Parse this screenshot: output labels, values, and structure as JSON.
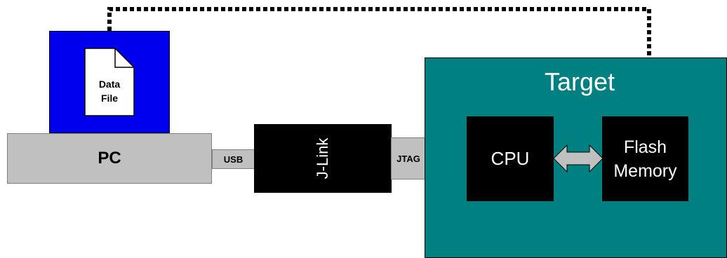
{
  "diagram": {
    "pc_label": "PC",
    "data_file_line1": "Data",
    "data_file_line2": "File",
    "usb_label": "USB",
    "jlink_label": "J-Link",
    "jtag_label": "JTAG",
    "target_label": "Target",
    "cpu_label": "CPU",
    "flash_line1": "Flash",
    "flash_line2": "Memory"
  },
  "colors": {
    "pc_monitor": "#0000ee",
    "target_board": "#008080",
    "connector_gray": "#c0c0c0",
    "chip_black": "#000000",
    "connection_line": "#000000"
  },
  "icons": {
    "document": "document-icon",
    "arrow_down": "arrow-down-icon",
    "double_arrow": "double-arrow-icon"
  }
}
